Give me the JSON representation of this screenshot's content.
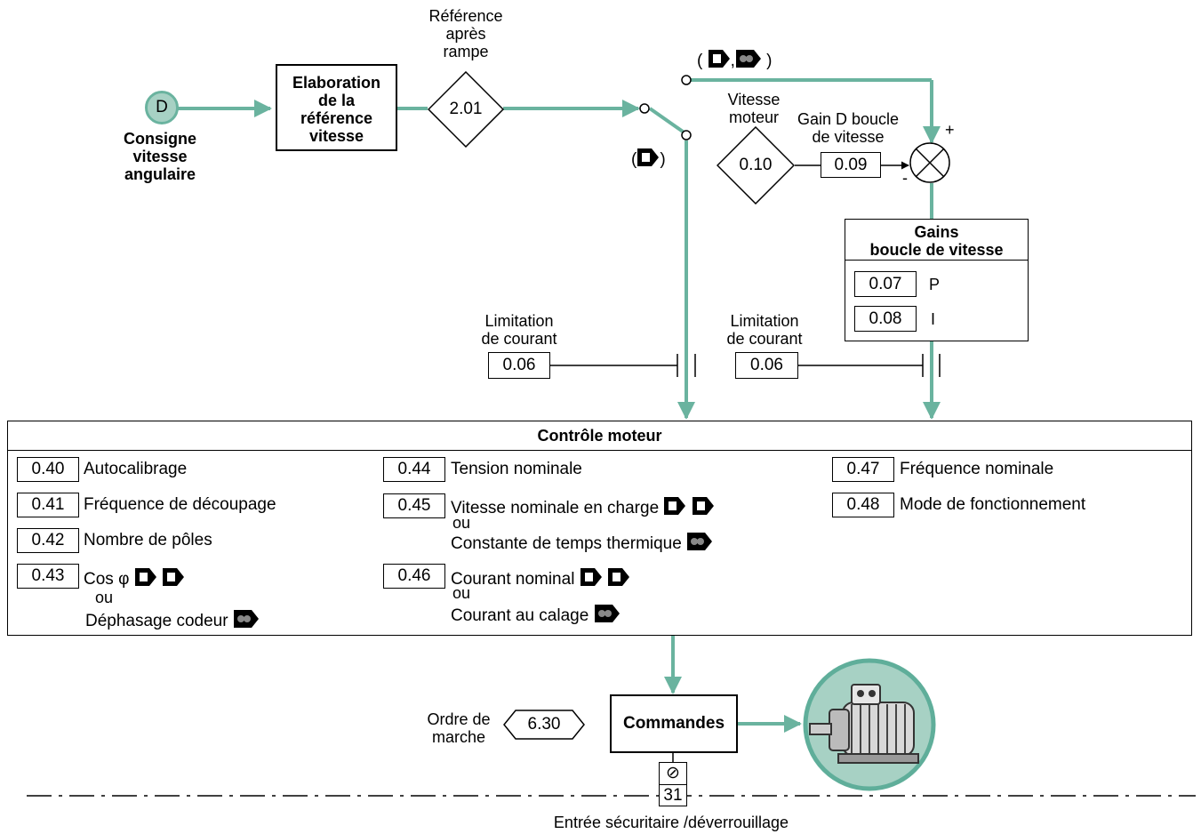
{
  "input": {
    "terminal_letter": "D",
    "label_lines": [
      "Consigne",
      "vitesse",
      "angulaire"
    ]
  },
  "reference_block": {
    "label_lines": [
      "Elaboration",
      "de la",
      "référence",
      "vitesse"
    ]
  },
  "ramp_reference": {
    "label_lines": [
      "Référence",
      "après",
      "rampe"
    ],
    "param": "2.01"
  },
  "switch": {
    "upper_label_open": "(",
    "upper_label_sep": ",",
    "upper_label_close": ")",
    "lower_label_open": "(",
    "lower_label_close": ")"
  },
  "speed_feedback": {
    "label_lines": [
      "Vitesse",
      "moteur"
    ],
    "param": "0.10"
  },
  "d_gain": {
    "label_lines": [
      "Gain D boucle",
      "de vitesse"
    ],
    "param": "0.09"
  },
  "summing_junction": {
    "plus": "+",
    "minus": "-"
  },
  "speed_loop_gains": {
    "title_lines": [
      "Gains",
      "boucle de vitesse"
    ],
    "rows": [
      {
        "param": "0.07",
        "label": "P"
      },
      {
        "param": "0.08",
        "label": "I"
      }
    ]
  },
  "current_limit_left": {
    "label_lines": [
      "Limitation",
      "de courant"
    ],
    "param": "0.06"
  },
  "current_limit_right": {
    "label_lines": [
      "Limitation",
      "de courant"
    ],
    "param": "0.06"
  },
  "motor_control": {
    "title": "Contrôle moteur",
    "col1": [
      {
        "param": "0.40",
        "label": "Autocalibrage"
      },
      {
        "param": "0.41",
        "label": "Fréquence de découpage"
      },
      {
        "param": "0.42",
        "label": "Nombre de pôles"
      },
      {
        "param": "0.43",
        "label": "Cos φ",
        "or": "ou",
        "alt": "Déphasage codeur"
      }
    ],
    "col2": [
      {
        "param": "0.44",
        "label": "Tension nominale"
      },
      {
        "param": "0.45",
        "label": "Vitesse nominale en charge",
        "or": "ou",
        "alt": "Constante de temps thermique"
      },
      {
        "param": "0.46",
        "label": "Courant nominal",
        "or": "ou",
        "alt": "Courant au calage"
      }
    ],
    "col3": [
      {
        "param": "0.47",
        "label": "Fréquence nominale"
      },
      {
        "param": "0.48",
        "label": "Mode de fonctionnement"
      }
    ]
  },
  "run_order": {
    "label_lines": [
      "Ordre de",
      "marche"
    ],
    "param": "6.30"
  },
  "commands": {
    "label": "Commandes"
  },
  "safety": {
    "symbol": "⊘",
    "terminal": "31",
    "label": "Entrée sécuritaire /déverrouillage"
  },
  "colors": {
    "wire": "#6ab39f",
    "motor_disc": "#a7d1c4",
    "motor_ring": "#5fae9a",
    "line": "#000000"
  },
  "icons": [
    "open-loop-icon",
    "closed-loop-icon",
    "servo-icon",
    "motor-icon"
  ]
}
